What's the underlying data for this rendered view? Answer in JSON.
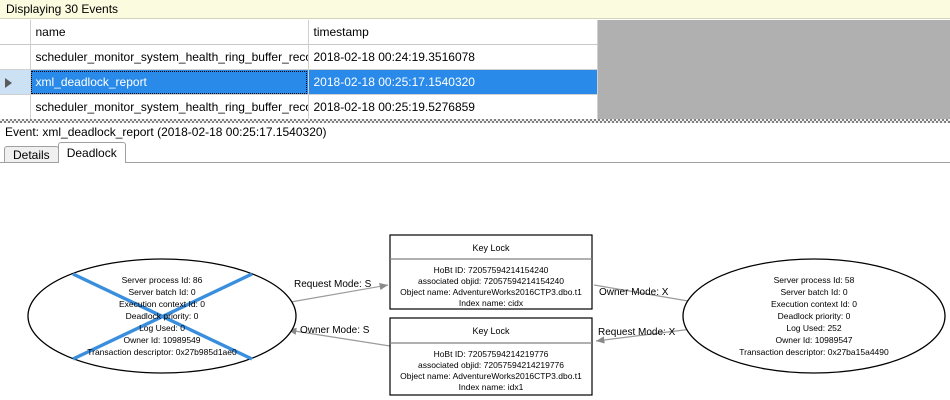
{
  "banner": {
    "text": "Displaying 30 Events"
  },
  "grid": {
    "columns": [
      "",
      "name",
      "timestamp"
    ],
    "rows": [
      {
        "indicator": "",
        "name": "scheduler_monitor_system_health_ring_buffer_recorded",
        "timestamp": "2018-02-18 00:24:19.3516078",
        "selected": false
      },
      {
        "indicator": "row-selector-triangle",
        "name": "xml_deadlock_report",
        "timestamp": "2018-02-18 00:25:17.1540320",
        "selected": true
      },
      {
        "indicator": "",
        "name": "scheduler_monitor_system_health_ring_buffer_recorded",
        "timestamp": "2018-02-18 00:25:19.5276859",
        "selected": false
      }
    ]
  },
  "event_header": {
    "text": "Event: xml_deadlock_report (2018-02-18 00:25:17.1540320)"
  },
  "tabs": [
    {
      "label": "Details",
      "active": false
    },
    {
      "label": "Deadlock",
      "active": true
    }
  ],
  "deadlock_graph": {
    "victim_marker_color": "#3a8ede",
    "processes": [
      {
        "id": "left-process",
        "victim": true,
        "lines": [
          "Server process Id: 86",
          "Server batch Id: 0",
          "Execution context Id: 0",
          "Deadlock priority: 0",
          "Log Used: 0",
          "Owner Id: 10989549",
          "Transaction descriptor: 0x27b985d1ae0"
        ]
      },
      {
        "id": "right-process",
        "victim": false,
        "lines": [
          "Server process Id: 58",
          "Server batch Id: 0",
          "Execution context Id: 0",
          "Deadlock priority: 0",
          "Log Used: 252",
          "Owner Id: 10989547",
          "Transaction descriptor: 0x27ba15a4490"
        ]
      }
    ],
    "resources": [
      {
        "id": "top-key-lock",
        "title": "Key Lock",
        "lines": [
          "HoBt ID: 72057594214154240",
          "associated objid: 72057594214154240",
          "Object name: AdventureWorks2016CTP3.dbo.t1",
          "Index name: cidx"
        ]
      },
      {
        "id": "bottom-key-lock",
        "title": "Key Lock",
        "lines": [
          "HoBt ID: 72057594214219776",
          "associated objid: 72057594214219776",
          "Object name: AdventureWorks2016CTP3.dbo.t1",
          "Index name: idx1"
        ]
      }
    ],
    "edges": [
      {
        "id": "edge-request-s",
        "label": "Request Mode: S"
      },
      {
        "id": "edge-owner-x",
        "label": "Owner Mode: X"
      },
      {
        "id": "edge-owner-s",
        "label": "Owner Mode: S"
      },
      {
        "id": "edge-request-x",
        "label": "Request Mode: X"
      }
    ]
  }
}
